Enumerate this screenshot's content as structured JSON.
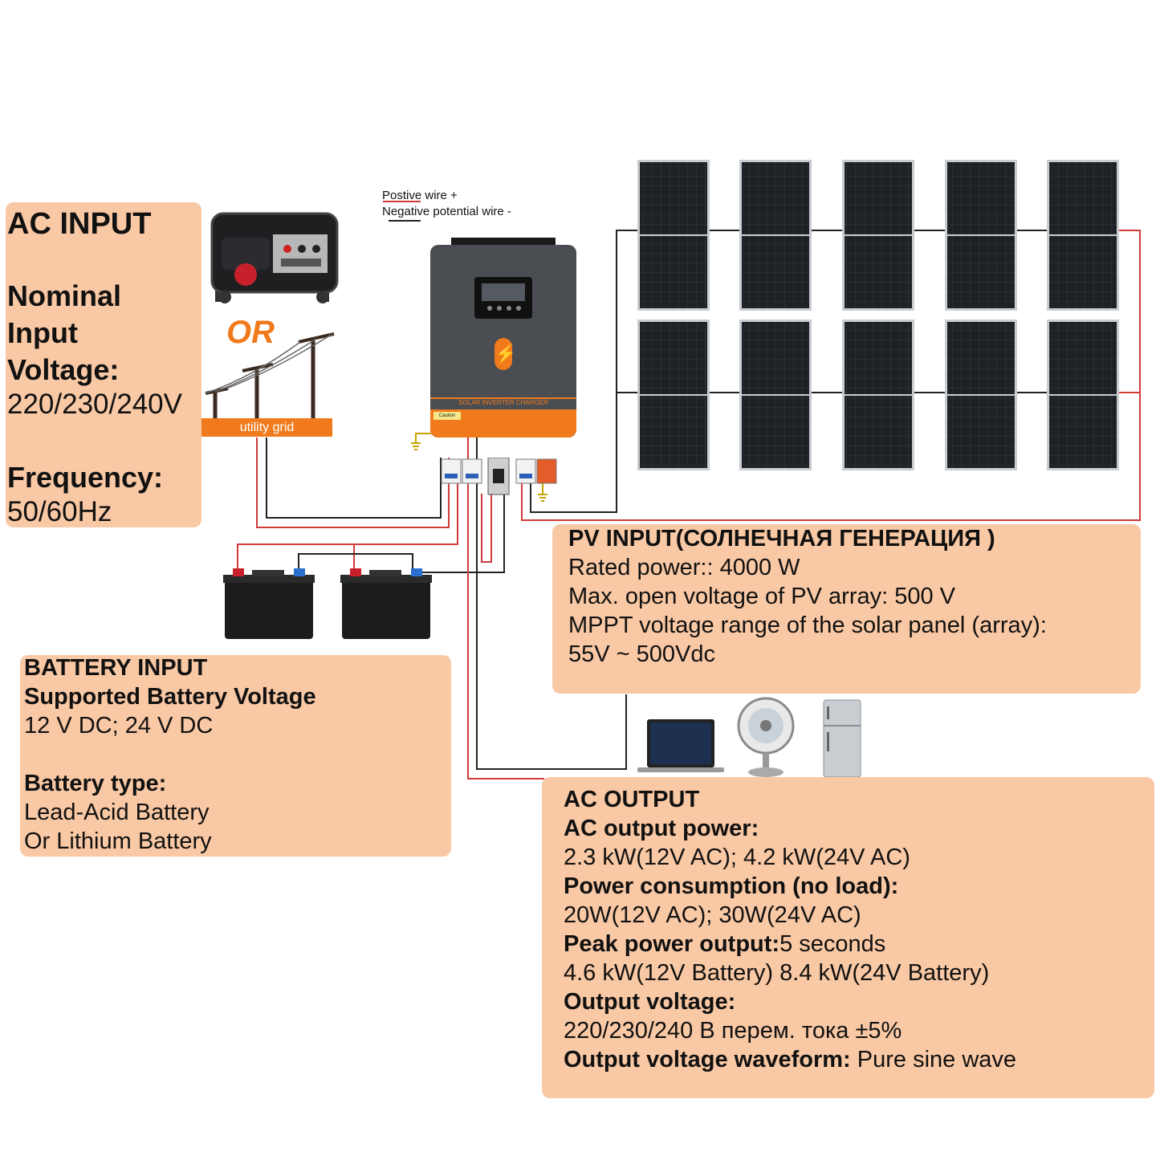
{
  "legend": {
    "positive": "Postive wire +",
    "negative": "Negative potential wire -"
  },
  "or_label": "OR",
  "grid_label": "utility grid",
  "inverter": {
    "label": "SOLAR INVERTER CHARGER",
    "warning_label": "Caution"
  },
  "ac_input": {
    "title": "AC INPUT",
    "voltage_label_1": "Nominal",
    "voltage_label_2": "Input",
    "voltage_label_3": "Voltage:",
    "voltage_value": "220/230/240V",
    "freq_label": "Frequency:",
    "freq_value": "50/60Hz"
  },
  "pv_input": {
    "title": "PV INPUT(СОЛНЕЧНАЯ ГЕНЕРАЦИЯ )",
    "rated_power": "Rated power:: 4000 W",
    "max_open_voltage": "Max. open voltage of PV array: 500 V",
    "mppt_range_label": "MPPT voltage range of the solar panel (array):",
    "mppt_range_value": "55V ~ 500Vdc"
  },
  "battery_input": {
    "title": "BATTERY INPUT",
    "voltage_label": "Supported Battery Voltage",
    "voltage_value": "12 V DC; 24 V DC",
    "type_label": "Battery type:",
    "type_value_1": "Lead-Acid Battery",
    "type_value_2": "Or Lithium Battery"
  },
  "ac_output": {
    "title": "AC OUTPUT",
    "power_label": "AC output power:",
    "power_value": "2.3 kW(12V AC); 4.2 kW(24V AC)",
    "consumption_label": "Power consumption (no load):",
    "consumption_value": "20W(12V AC); 30W(24V AC)",
    "peak_label": "Peak power output:",
    "peak_duration": "5 seconds",
    "peak_value": "4.6 kW(12V Battery) 8.4 kW(24V Battery)",
    "voltage_label": "Output voltage:",
    "voltage_value": "220/230/240 В перем. тока ±5%",
    "waveform_label": "Output voltage waveform:",
    "waveform_value": " Pure sine wave"
  },
  "colors": {
    "box_bg": "#f9c8a4",
    "accent_orange": "#f07a1c",
    "positive_wire": "#d23a3a",
    "negative_wire": "#222222",
    "panel_cell": "#1e2226",
    "inverter_body": "#4a4d52"
  },
  "icons": [
    "generator-icon",
    "power-pole-icon",
    "inverter-icon",
    "solar-panel-icon",
    "battery-icon",
    "laptop-icon",
    "fan-icon",
    "refrigerator-icon",
    "breaker-icon",
    "ground-icon"
  ]
}
